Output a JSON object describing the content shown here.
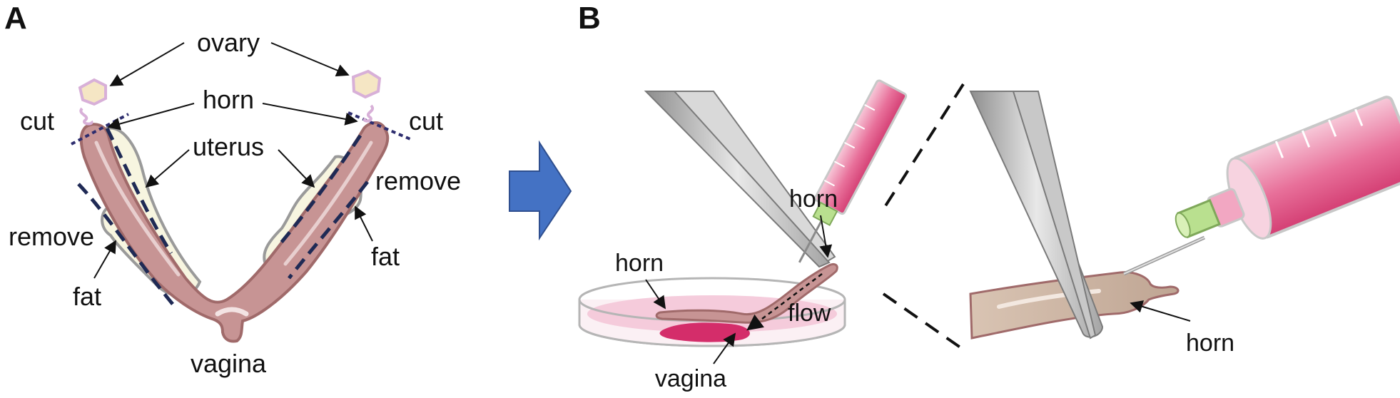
{
  "panel_a": {
    "letter": "A",
    "labels": {
      "ovary": "ovary",
      "horn": "horn",
      "cut_left": "cut",
      "cut_right": "cut",
      "uterus": "uterus",
      "remove_left": "remove",
      "remove_right": "remove",
      "fat_left": "fat",
      "fat_right": "fat",
      "vagina": "vagina"
    }
  },
  "panel_b": {
    "letter": "B",
    "labels": {
      "horn_syringe": "horn",
      "horn_dish": "horn",
      "flow": "flow",
      "vagina": "vagina",
      "horn_zoom": "horn"
    }
  },
  "colors": {
    "arrow_blue": "#4472C4",
    "uterus_fill": "#C79494",
    "uterus_edge": "#A06A6A",
    "fat_fill": "#F7F5E0",
    "ovary_fill": "#F5E6C4",
    "ovary_edge": "#D8B0D8",
    "cut_line": "#2D2D6E",
    "syringe_pink": "#E45C8C",
    "needle_hub": "#B9E08F",
    "forceps": "#BFBFBF",
    "dish_liquid": "#F4C6D8",
    "vagina_blood": "#D42D6A"
  },
  "icons": [
    "forceps-icon",
    "syringe-icon",
    "petri-dish-icon",
    "right-arrow-icon",
    "ovary-icon"
  ]
}
